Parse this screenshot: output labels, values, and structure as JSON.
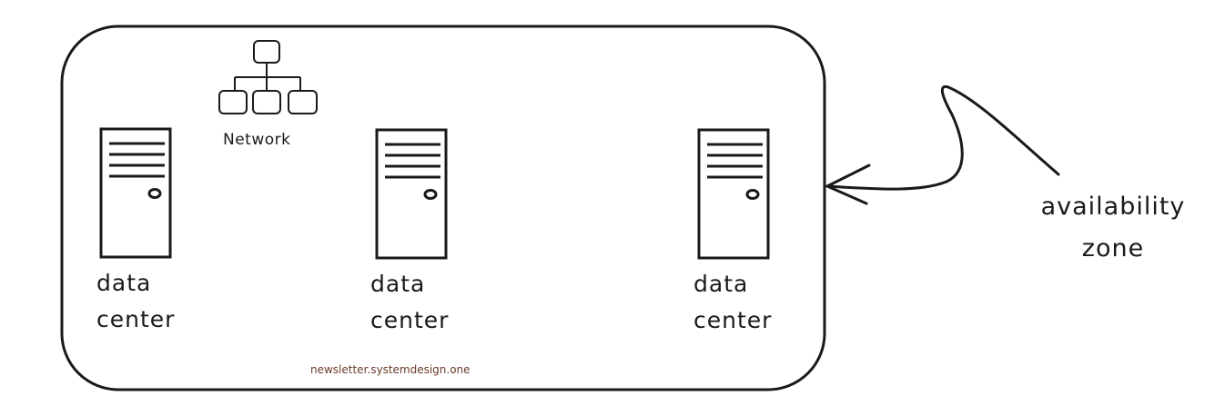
{
  "diagram": {
    "network": {
      "label": "Network",
      "icon": "network-hierarchy-icon"
    },
    "data_centers": [
      {
        "line1": "data",
        "line2": "center",
        "icon": "server-tower-icon"
      },
      {
        "line1": "data",
        "line2": "center",
        "icon": "server-tower-icon"
      },
      {
        "line1": "data",
        "line2": "center",
        "icon": "server-tower-icon"
      }
    ],
    "availability_zone": {
      "line1": "availability",
      "line2": "zone",
      "arrow_icon": "curved-arrow-icon"
    },
    "watermark": "newsletter.systemdesign.one",
    "colors": {
      "stroke": "#1a1a1a",
      "watermark": "#6b3a2a",
      "background": "#ffffff"
    }
  }
}
